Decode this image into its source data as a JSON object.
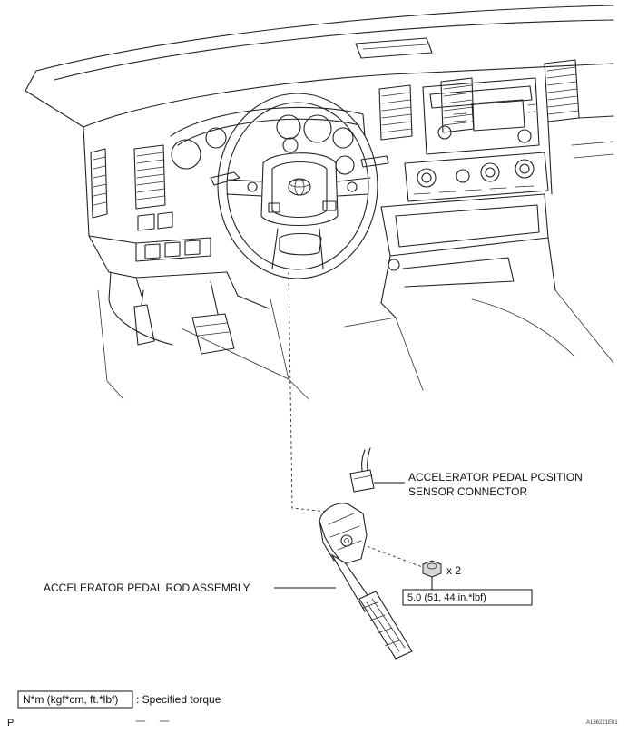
{
  "labels": {
    "sensor_connector_line1": "ACCELERATOR PEDAL POSITION",
    "sensor_connector_line2": "SENSOR CONNECTOR",
    "pedal_rod_assembly": "ACCELERATOR PEDAL ROD ASSEMBLY",
    "quantity": "x 2",
    "torque_value": "5.0 (51, 44 in.*lbf)"
  },
  "legend": {
    "unit_box": "N*m (kgf*cm, ft.*lbf)",
    "description": ": Specified torque"
  },
  "footer": {
    "left_mark": "P",
    "figure_code": "A186221E01"
  }
}
